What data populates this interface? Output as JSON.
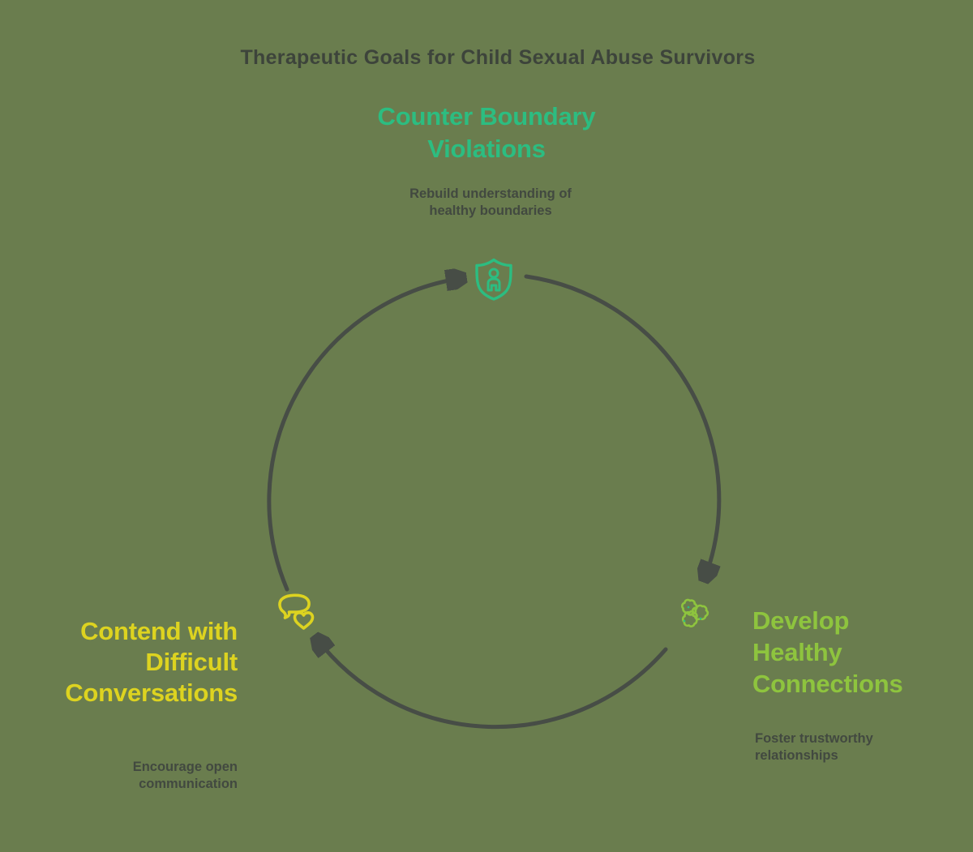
{
  "title": "Therapeutic Goals for Child Sexual Abuse Survivors",
  "diagram_type": "three-step clockwise cycle",
  "nodes": {
    "top": {
      "heading_lines": [
        "Counter Boundary",
        "Violations"
      ],
      "sub_lines": [
        "Rebuild understanding of",
        "healthy boundaries"
      ],
      "accent_color": "#2cbd81",
      "icon": "shield-person-icon"
    },
    "right": {
      "heading_lines": [
        "Develop",
        "Healthy",
        "Connections"
      ],
      "sub_lines": [
        "Foster trustworthy",
        "relationships"
      ],
      "accent_color": "#8ec43e",
      "icon": "community-scribble-icon"
    },
    "left": {
      "heading_lines": [
        "Contend with",
        "Difficult",
        "Conversations"
      ],
      "sub_lines": [
        "Encourage open",
        "communication"
      ],
      "accent_color": "#ddd320",
      "icon": "speech-bubble-heart-icon"
    }
  },
  "cycle": {
    "direction": "clockwise",
    "arrow_color": "#474d46",
    "segments": [
      "left-to-top",
      "top-to-right",
      "right-to-left"
    ]
  },
  "colors": {
    "background": "#6a7d4e",
    "title_text": "#3d443b",
    "subtext": "#424940",
    "arrow": "#474d46",
    "top_accent": "#2cbd81",
    "right_accent": "#8ec43e",
    "left_accent": "#ddd320"
  }
}
